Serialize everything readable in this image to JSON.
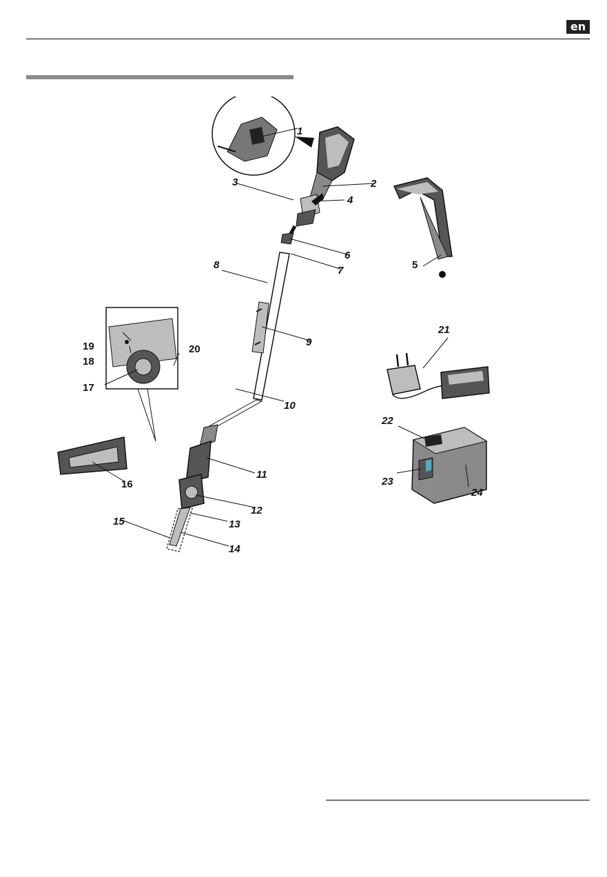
{
  "header": {
    "language_badge": "en"
  },
  "figure": {
    "labels": {
      "l1": "1",
      "l2": "2",
      "l3": "3",
      "l4": "4",
      "l5": "5",
      "l6": "6",
      "l7": "7",
      "l8": "8",
      "l9": "9",
      "l10": "10",
      "l11": "11",
      "l12": "12",
      "l13": "13",
      "l14": "14",
      "l15": "15",
      "l16": "16",
      "l17": "17",
      "l18": "18",
      "l19": "19",
      "l20": "20",
      "l21": "21",
      "l22": "22",
      "l23": "23",
      "l24": "24"
    },
    "colors": {
      "ink": "#111111",
      "body_gray": "#555555",
      "light_gray": "#bdbdbd",
      "mid_gray": "#8a8a8a"
    }
  }
}
